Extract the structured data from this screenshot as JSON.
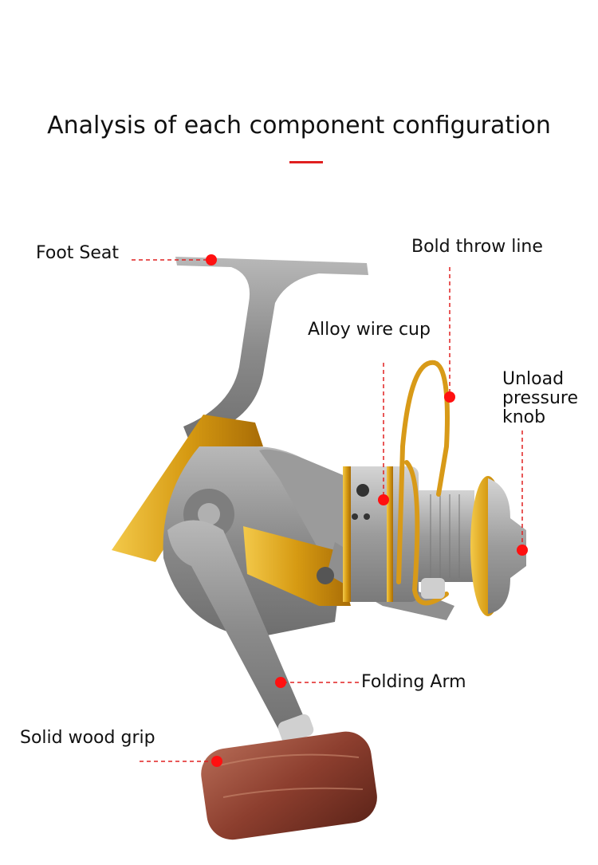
{
  "title": "Analysis of each component configuration",
  "accent_color": "#e02020",
  "labels": {
    "foot_seat": "Foot Seat",
    "bold_throw_line": "Bold throw line",
    "alloy_wire_cup": "Alloy wire cup",
    "unload_knob_1": "Unload",
    "unload_knob_2": "pressure",
    "unload_knob_3": "knob",
    "folding_arm": "Folding Arm",
    "wood_grip": "Solid wood grip"
  }
}
